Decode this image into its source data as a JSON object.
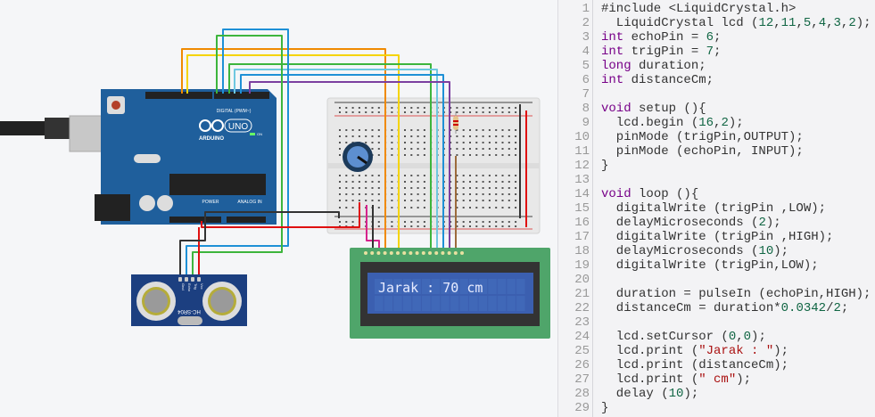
{
  "circuit": {
    "arduino": {
      "brand": "ARDUINO",
      "model": "UNO",
      "digital_label": "DIGITAL (PWM~)",
      "power_label": "POWER",
      "analog_label": "ANALOG IN",
      "on_label": "ON"
    },
    "sensor": {
      "model": "HC-SR04",
      "pins": [
        "Vcc",
        "Trig",
        "Echo",
        "Gnd"
      ]
    },
    "lcd": {
      "display_line1": "Jarak : 70 cm",
      "display_line2": ""
    },
    "colors": {
      "board": "#1f5f9c",
      "breadboard": "#e8e8e8",
      "lcd_pcb": "#4fa56a",
      "lcd_screen": "#3b5fb0",
      "wire_orange": "#f08a00",
      "wire_yellow": "#f5d400",
      "wire_green": "#3db53d",
      "wire_lightblue": "#6fc8e0",
      "wire_blue": "#1e90d6",
      "wire_purple": "#7b3fa0",
      "wire_red": "#e01010",
      "wire_black": "#333333",
      "wire_pink": "#d6238c",
      "wire_brown": "#9c6b3c"
    }
  },
  "code": {
    "lines": [
      [
        [
          "#include <LiquidCrystal.h>",
          "pl"
        ]
      ],
      [
        [
          "  LiquidCrystal lcd (",
          "pl"
        ],
        [
          "12",
          "num"
        ],
        [
          ",",
          "pl"
        ],
        [
          "11",
          "num"
        ],
        [
          ",",
          "pl"
        ],
        [
          "5",
          "num"
        ],
        [
          ",",
          "pl"
        ],
        [
          "4",
          "num"
        ],
        [
          ",",
          "pl"
        ],
        [
          "3",
          "num"
        ],
        [
          ",",
          "pl"
        ],
        [
          "2",
          "num"
        ],
        [
          ");",
          "pl"
        ]
      ],
      [
        [
          "int",
          "kw"
        ],
        [
          " echoPin = ",
          "pl"
        ],
        [
          "6",
          "num"
        ],
        [
          ";",
          "pl"
        ]
      ],
      [
        [
          "int",
          "kw"
        ],
        [
          " trigPin = ",
          "pl"
        ],
        [
          "7",
          "num"
        ],
        [
          ";",
          "pl"
        ]
      ],
      [
        [
          "long",
          "kw"
        ],
        [
          " duration;",
          "pl"
        ]
      ],
      [
        [
          "int",
          "kw"
        ],
        [
          " distanceCm;",
          "pl"
        ]
      ],
      [],
      [
        [
          "void",
          "kw"
        ],
        [
          " setup (){",
          "pl"
        ]
      ],
      [
        [
          "  lcd.begin (",
          "pl"
        ],
        [
          "16",
          "num"
        ],
        [
          ",",
          "pl"
        ],
        [
          "2",
          "num"
        ],
        [
          ");",
          "pl"
        ]
      ],
      [
        [
          "  pinMode (trigPin,OUTPUT);",
          "pl"
        ]
      ],
      [
        [
          "  pinMode (echoPin, INPUT);",
          "pl"
        ]
      ],
      [
        [
          "}",
          "pl"
        ]
      ],
      [],
      [
        [
          "void",
          "kw"
        ],
        [
          " loop (){",
          "pl"
        ]
      ],
      [
        [
          "  digitalWrite (trigPin ,LOW);",
          "pl"
        ]
      ],
      [
        [
          "  delayMicroseconds (",
          "pl"
        ],
        [
          "2",
          "num"
        ],
        [
          ");",
          "pl"
        ]
      ],
      [
        [
          "  digitalWrite (trigPin ,HIGH);",
          "pl"
        ]
      ],
      [
        [
          "  delayMicroseconds (",
          "pl"
        ],
        [
          "10",
          "num"
        ],
        [
          ");",
          "pl"
        ]
      ],
      [
        [
          "  digitalWrite (trigPin,LOW);",
          "pl"
        ]
      ],
      [],
      [
        [
          "  duration = pulseIn (echoPin,HIGH);",
          "pl"
        ]
      ],
      [
        [
          "  distanceCm = duration*",
          "pl"
        ],
        [
          "0.0342",
          "num"
        ],
        [
          "/",
          "pl"
        ],
        [
          "2",
          "num"
        ],
        [
          ";",
          "pl"
        ]
      ],
      [],
      [
        [
          "  lcd.setCursor (",
          "pl"
        ],
        [
          "0",
          "num"
        ],
        [
          ",",
          "pl"
        ],
        [
          "0",
          "num"
        ],
        [
          ");",
          "pl"
        ]
      ],
      [
        [
          "  lcd.print (",
          "pl"
        ],
        [
          "\"Jarak : \"",
          "str"
        ],
        [
          ");",
          "pl"
        ]
      ],
      [
        [
          "  lcd.print (distanceCm);",
          "pl"
        ]
      ],
      [
        [
          "  lcd.print (",
          "pl"
        ],
        [
          "\" cm\"",
          "str"
        ],
        [
          ");",
          "pl"
        ]
      ],
      [
        [
          "  delay (",
          "pl"
        ],
        [
          "10",
          "num"
        ],
        [
          ");",
          "pl"
        ]
      ],
      [
        [
          "}",
          "pl"
        ]
      ]
    ]
  }
}
